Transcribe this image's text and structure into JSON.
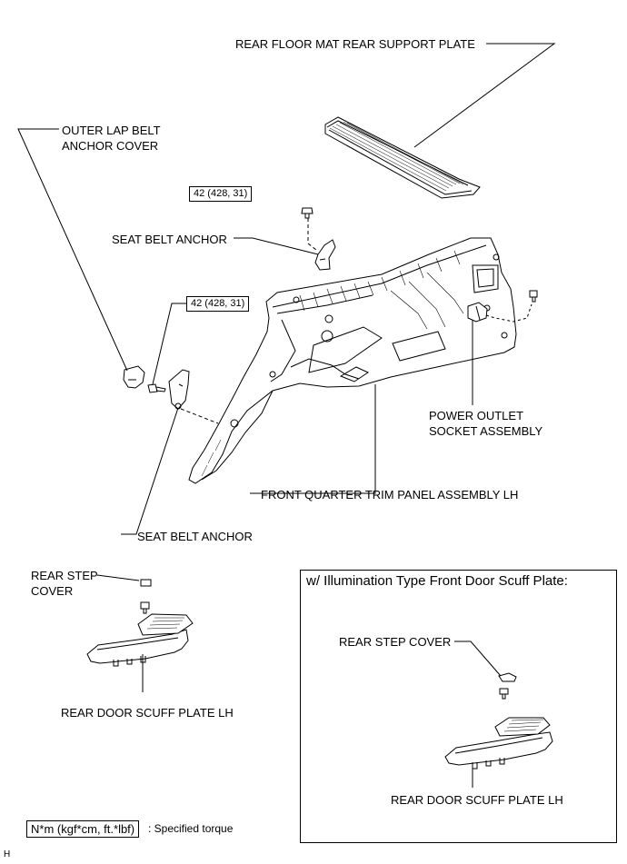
{
  "labels": {
    "rear_support_plate": "REAR FLOOR MAT REAR SUPPORT PLATE",
    "outer_lap_belt": "OUTER LAP BELT\nANCHOR COVER",
    "seat_belt_anchor_upper": "SEAT BELT ANCHOR",
    "seat_belt_anchor_lower": "SEAT BELT ANCHOR",
    "power_outlet": "POWER OUTLET\nSOCKET ASSEMBLY",
    "front_quarter_trim": "FRONT QUARTER TRIM PANEL ASSEMBLY LH",
    "rear_step_cover_left": "REAR STEP\nCOVER",
    "rear_door_scuff_left": "REAR DOOR SCUFF PLATE LH",
    "rear_step_cover_right": "REAR STEP COVER",
    "rear_door_scuff_right": "REAR DOOR SCUFF PLATE LH"
  },
  "torque": {
    "upper": "42 (428, 31)",
    "lower": "42 (428, 31)"
  },
  "inset": {
    "title": "w/ Illumination Type Front Door Scuff Plate:"
  },
  "legend": {
    "box": "N*m (kgf*cm, ft.*lbf)",
    "text": ": Specified torque"
  },
  "corner_mark": "H"
}
